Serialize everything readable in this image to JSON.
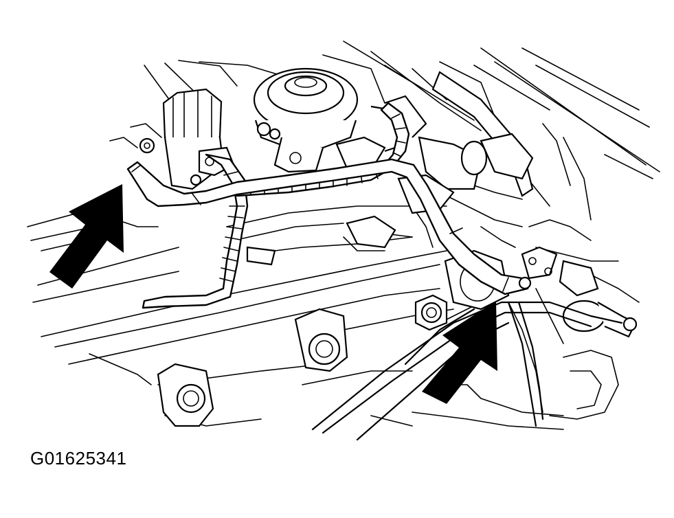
{
  "figure": {
    "id_label": "G01625341"
  },
  "colors": {
    "ink": "#000000",
    "paper": "#ffffff"
  },
  "callouts": [
    {
      "name": "left-arrow",
      "points_to": "hose-left-end"
    },
    {
      "name": "right-arrow",
      "points_to": "hose-right-end"
    }
  ]
}
